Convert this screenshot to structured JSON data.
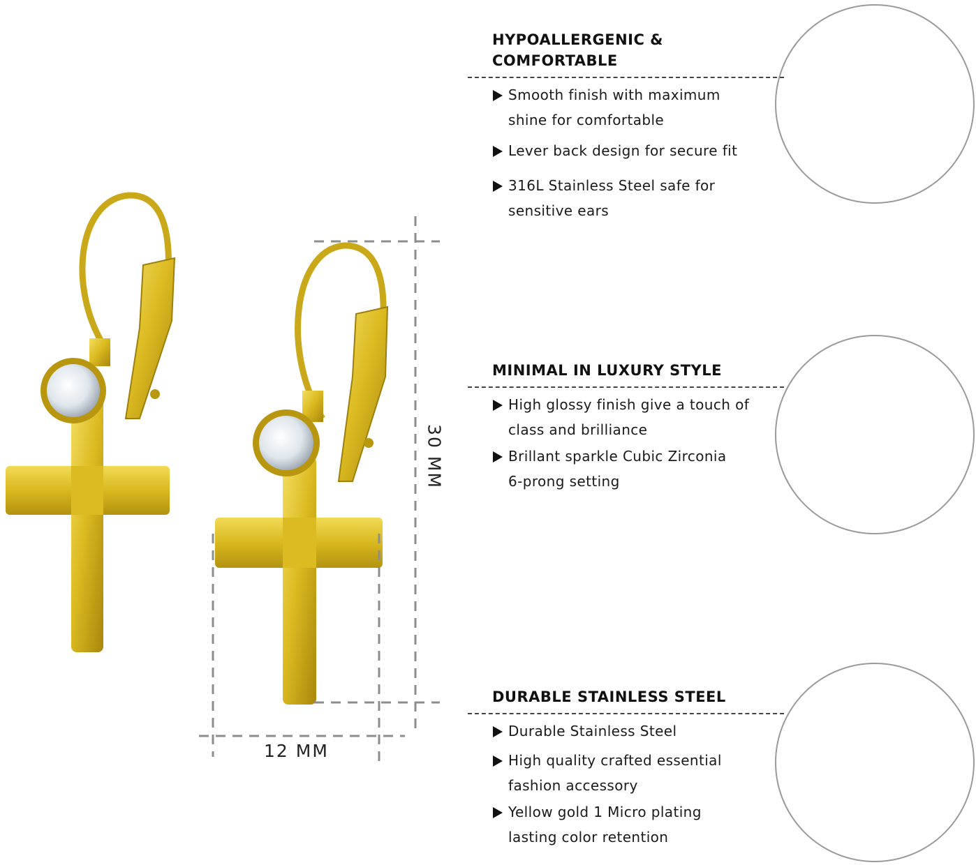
{
  "colors": {
    "gold": "#e2c22a",
    "gold_dark": "#9c7f0c",
    "dash": "#8e8e8e",
    "divider": "#444444"
  },
  "dimensions": {
    "height_label": "30 MM",
    "width_label": "12 MM"
  },
  "sections": [
    {
      "title": "HYPOALLERGENIC & COMFORTABLE",
      "bullets": [
        {
          "line1": "Smooth finish with maximum",
          "line2": "shine for comfortable"
        },
        {
          "line1": "Lever back design for secure fit",
          "line2": ""
        },
        {
          "line1": "316L Stainless Steel safe for",
          "line2": "sensitive ears"
        }
      ]
    },
    {
      "title": "MINIMAL IN LUXURY STYLE",
      "bullets": [
        {
          "line1": "High glossy finish give a touch of",
          "line2": "class and brilliance"
        },
        {
          "line1": "Brillant sparkle Cubic Zirconia",
          "line2": "6-prong setting"
        }
      ]
    },
    {
      "title": "DURABLE STAINLESS STEEL",
      "bullets": [
        {
          "line1": "Durable Stainless Steel",
          "line2": ""
        },
        {
          "line1": "High quality crafted essential",
          "line2": "fashion accessory"
        },
        {
          "line1": "Yellow gold 1 Micro plating",
          "line2": "lasting color retention"
        }
      ]
    }
  ],
  "icons": [
    "bullet-triangle-icon"
  ]
}
